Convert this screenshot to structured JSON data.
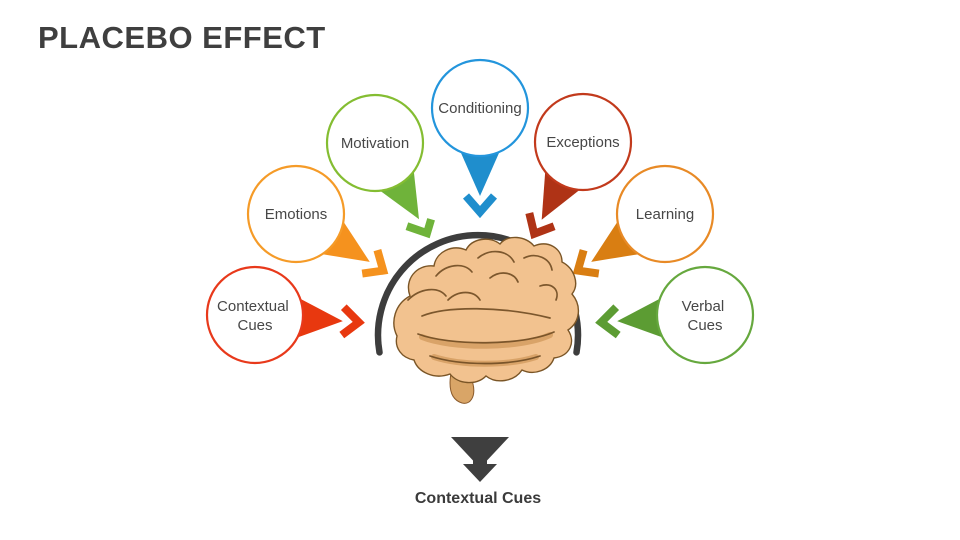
{
  "slide": {
    "title": "PLACEBO EFFECT",
    "title_color": "#3F3F3F",
    "background": "#FFFFFF",
    "text_color": "#474747",
    "bottom_label": "Contextual Cues",
    "bottom_label_color": "#3B3B3B"
  },
  "diagram": {
    "arc_color": "#3D3D3D",
    "down_arrow_color": "#3F3F3F",
    "brain": {
      "fill": "#F2C28F",
      "outline": "#7A5526",
      "stem_fill": "#D9A567"
    },
    "icons": {
      "center": "brain-icon",
      "pointer": "chevron-arrow-icon",
      "bottom": "down-arrow-icon"
    },
    "bubbles": [
      {
        "id": "contextual-cues",
        "lines": [
          "Contextual",
          "Cues"
        ],
        "color": "#E8391B",
        "arrow_color": "#E8380F"
      },
      {
        "id": "emotions",
        "lines": [
          "Emotions"
        ],
        "color": "#F59B28",
        "arrow_color": "#F5921E"
      },
      {
        "id": "motivation",
        "lines": [
          "Motivation"
        ],
        "color": "#84BD32",
        "arrow_color": "#6FB33A"
      },
      {
        "id": "conditioning",
        "lines": [
          "Conditioning"
        ],
        "color": "#2395DC",
        "arrow_color": "#1F8ECD"
      },
      {
        "id": "exceptions",
        "lines": [
          "Exceptions"
        ],
        "color": "#C23A1C",
        "arrow_color": "#AF3316"
      },
      {
        "id": "learning",
        "lines": [
          "Learning"
        ],
        "color": "#E88A26",
        "arrow_color": "#D97E12"
      },
      {
        "id": "verbal-cues",
        "lines": [
          "Verbal",
          "Cues"
        ],
        "color": "#66A83E",
        "arrow_color": "#5C9C33"
      }
    ]
  }
}
